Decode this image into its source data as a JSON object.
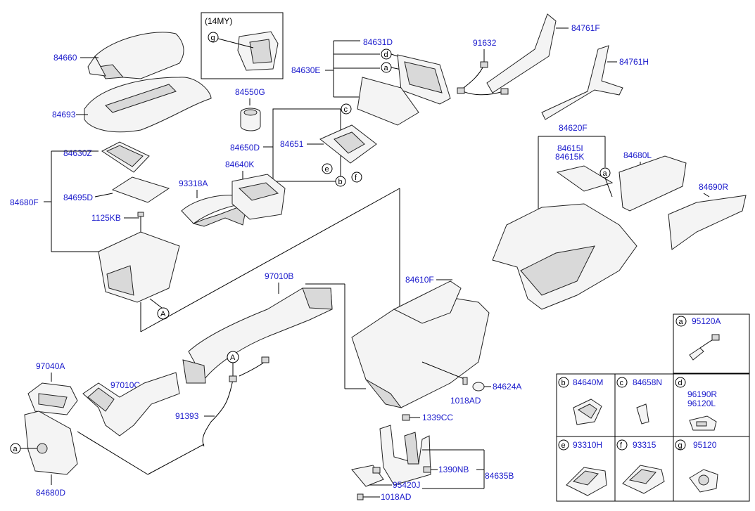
{
  "labels": {
    "p84660": "84660",
    "p84693": "84693",
    "my14": "(14MY)",
    "p84550G": "84550G",
    "p84631D": "84631D",
    "p84630E": "84630E",
    "p91632": "91632",
    "p84761F": "84761F",
    "p84761H": "84761H",
    "p84630Z": "84630Z",
    "p84695D": "84695D",
    "p84680F": "84680F",
    "p1125KB": "1125KB",
    "p93318A": "93318A",
    "p84640K": "84640K",
    "p84650D": "84650D",
    "p84651": "84651",
    "p84620F": "84620F",
    "p84615I": "84615I",
    "p84615K": "84615K",
    "p84680L": "84680L",
    "p84690R": "84690R",
    "p97010B": "97010B",
    "p84610F": "84610F",
    "p97040A": "97040A",
    "p97010C": "97010C",
    "p91393": "91393",
    "p84624A": "84624A",
    "p1018AD_a": "1018AD",
    "p1339CC": "1339CC",
    "p1390NB": "1390NB",
    "p84635B": "84635B",
    "p95420J": "95420J",
    "p1018AD_b": "1018AD",
    "p84680D": "84680D"
  },
  "callouts": {
    "a": "a",
    "b": "b",
    "c": "c",
    "d": "d",
    "e": "e",
    "f": "f",
    "g": "g",
    "A": "A"
  },
  "legend": {
    "a": {
      "letter": "a",
      "part": "95120A"
    },
    "b": {
      "letter": "b",
      "part": "84640M"
    },
    "c": {
      "letter": "c",
      "part": "84658N"
    },
    "d": {
      "letter": "d",
      "part1": "96190R",
      "part2": "96120L"
    },
    "e": {
      "letter": "e",
      "part": "93310H"
    },
    "f": {
      "letter": "f",
      "part": "93315"
    },
    "g": {
      "letter": "g",
      "part": "95120"
    }
  }
}
